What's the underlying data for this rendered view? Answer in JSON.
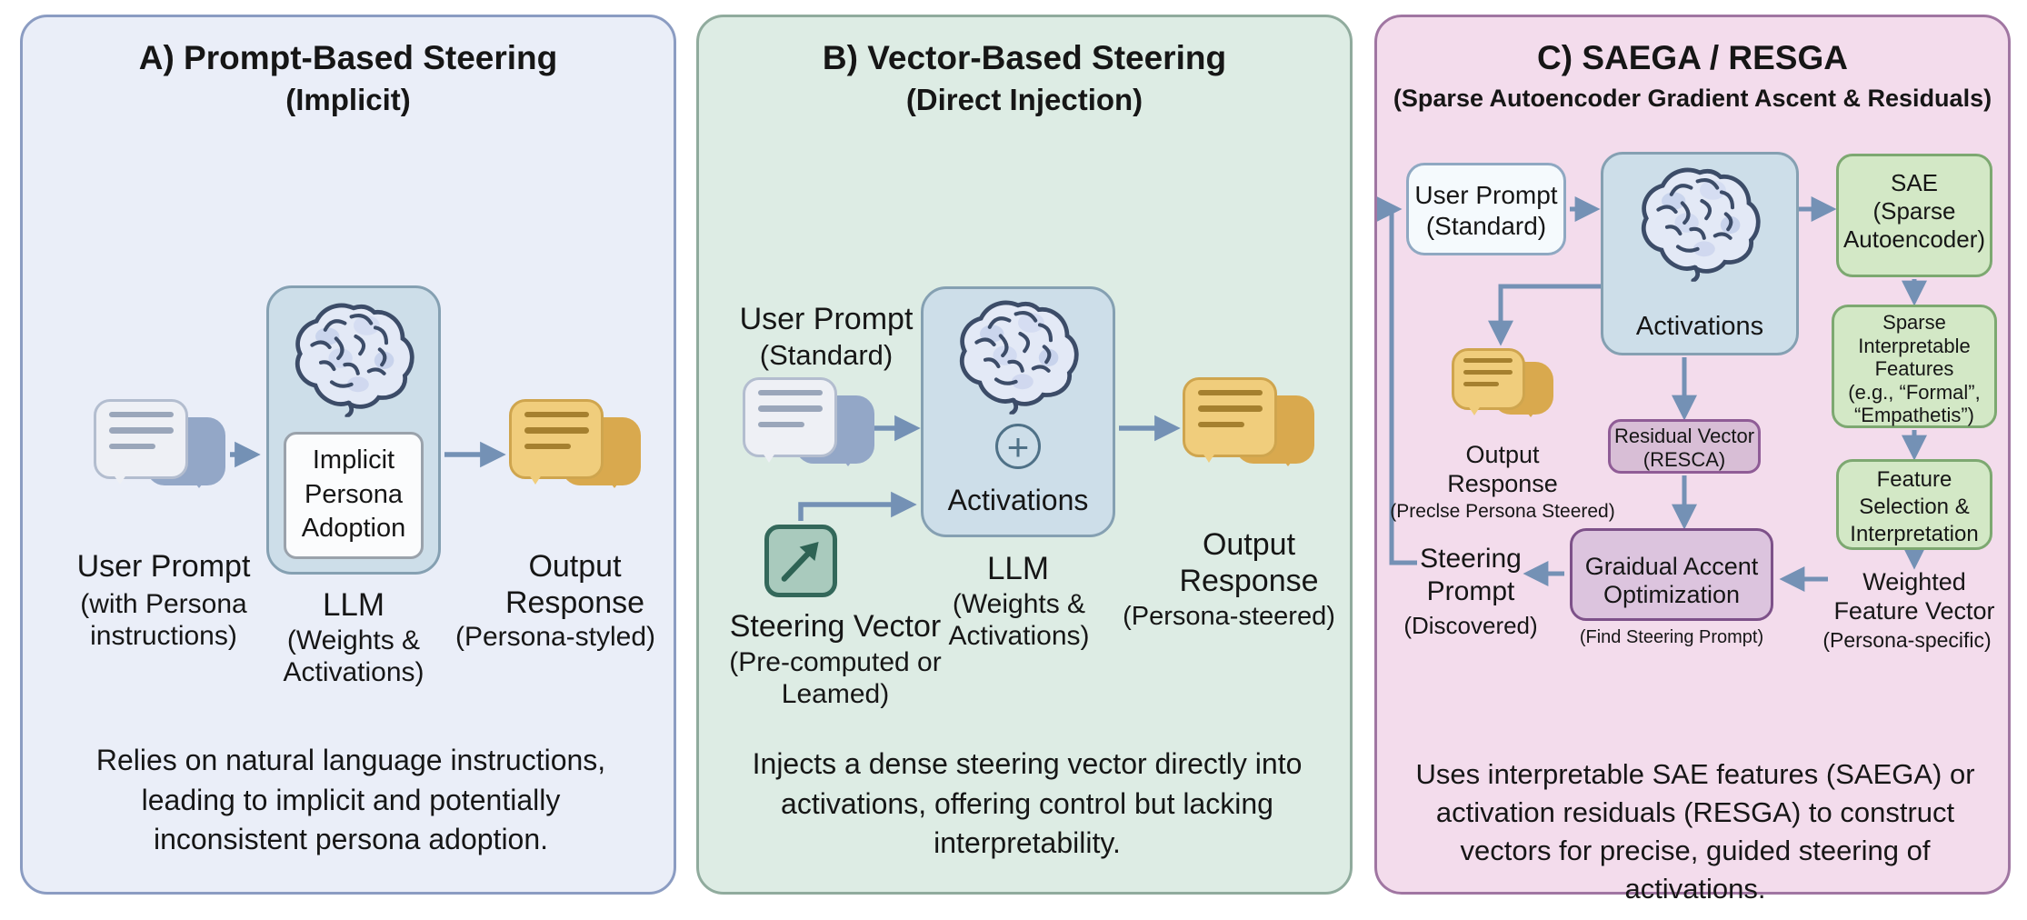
{
  "figure": {
    "colors": {
      "panel_a_bg": "#eaeef8",
      "panel_a_border": "#8b9cc2",
      "panel_b_bg": "#ddece4",
      "panel_b_border": "#90ab9d",
      "panel_c_bg": "#f3dcec",
      "panel_c_border": "#a076a2",
      "llm_box_fill": "#cddee9",
      "llm_box_border": "#85a0b2",
      "green_box_fill": "#d3e8c6",
      "green_box_border": "#7da871",
      "purple_box_fill": "#dcc4de",
      "purple_box_border": "#7d5189",
      "arrow": "#7491b5",
      "chat_gray_front": "#eef0f5",
      "chat_gray_back": "#93a7c7",
      "chat_gold_front": "#f0cd7c",
      "chat_gold_back": "#d9a94e",
      "vector_icon_fill": "#a9cabd",
      "vector_icon_border": "#33685a"
    },
    "icons": {
      "plus": "+"
    },
    "panels": {
      "a": {
        "title": "A) Prompt-Based Steering",
        "subtitle": "(Implicit)",
        "user_prompt_label": "User Prompt",
        "user_prompt_sub": "(with Persona\ninstructions)",
        "llm_inner_box": "Implicit\nPersona\nAdoption",
        "llm_label": "LLM",
        "llm_sub": "(Weights &\nActivations)",
        "output_label": "Output\nResponse",
        "output_sub": "(Persona-styled)",
        "description": "Relies on natural language instructions,\nleading to implicit and potentially\ninconsistent persona adoption."
      },
      "b": {
        "title": "B) Vector-Based Steering",
        "subtitle": "(Direct Injection)",
        "user_prompt_label": "User Prompt",
        "user_prompt_sub": "(Standard)",
        "activations_label": "Activations",
        "llm_label": "LLM",
        "llm_sub": "(Weights &\nActivations)",
        "steering_vector_label": "Steering Vector",
        "steering_vector_sub": "(Pre-computed or\nLeamed)",
        "output_label": "Output\nResponse",
        "output_sub": "(Persona-steered)",
        "description": "Injects a dense steering vector directly into\nactivations, offering control but lacking\ninterpretability."
      },
      "c": {
        "title": "C) SAEGA / RESGA",
        "subtitle": "(Sparse Autoencoder Gradient Ascent & Residuals)",
        "user_prompt_box": "User Prompt\n(Standard)",
        "activations_label": "Activations",
        "sae_box": "SAE\n(Sparse\nAutoencoder)",
        "sparse_features_box": "Sparse\nInterpretable\nFeatures\n(e.g., “Formal”,\n“Empathetis”)",
        "residual_box": "Residual Vector\n(RESCA)",
        "gao_box": "Graidual Accent\nOptimization",
        "gao_box_sub": "(Find Steering Prompt)",
        "feature_box": "Feature\nSelection &\nInterpretation",
        "weighted_label": "Weighted\nFeature Vector",
        "weighted_sub": "(Persona-specific)",
        "steering_prompt_label": "Steering\nPrompt",
        "steering_prompt_sub": "(Discovered)",
        "output_label": "Output\nResponse",
        "output_sub": "(Preclse Persona Steered)",
        "description": "Uses interpretable SAE features (SAEGA) or\nactivation residuals (RESGA) to construct\nvectors for precise, guided steering of\nactivations."
      }
    }
  }
}
